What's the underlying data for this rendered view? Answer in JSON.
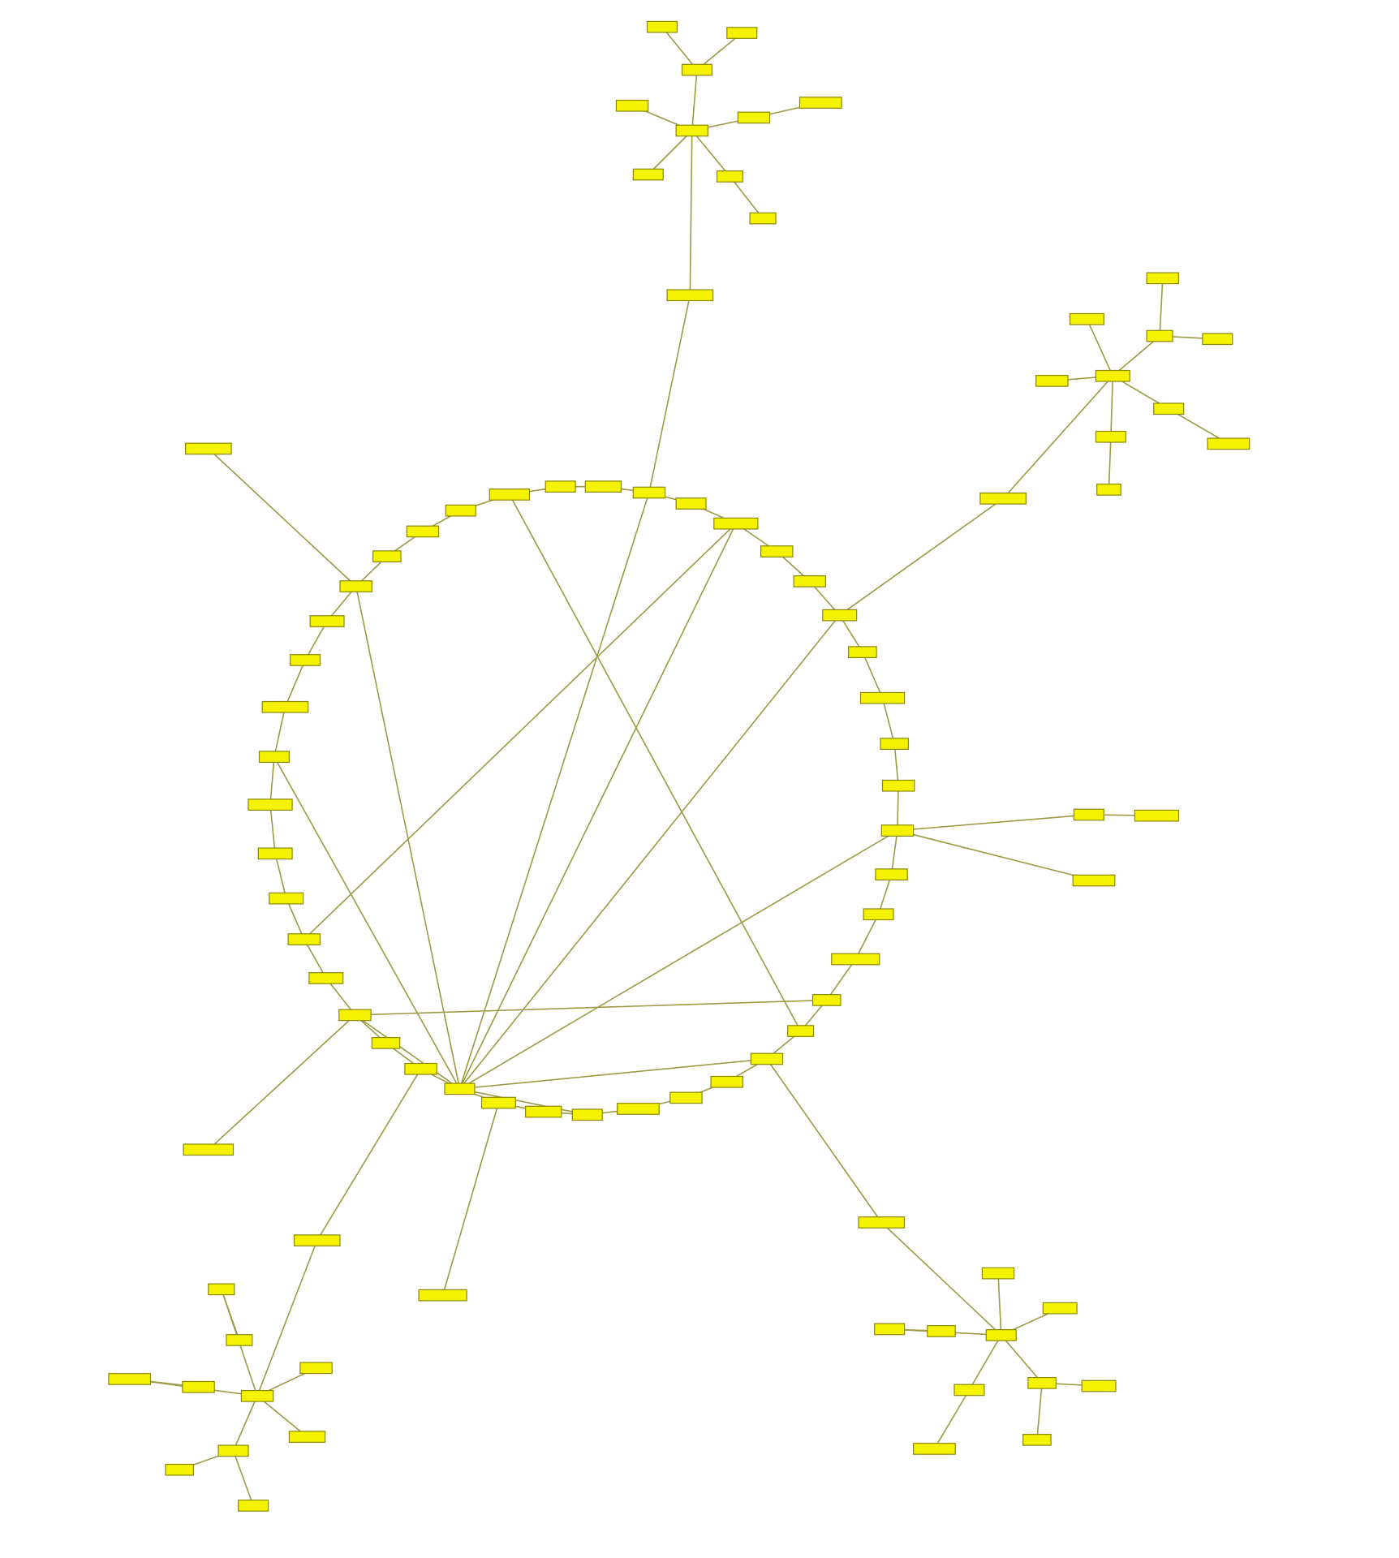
{
  "diagram": {
    "type": "network-graph",
    "colors": {
      "node_fill": "#f5f200",
      "node_stroke": "#8a8700",
      "edge": "#9c9a45",
      "background": "#ffffff"
    },
    "structure": {
      "ring_nodes": 47,
      "clusters": 4,
      "labels_visible": false
    }
  }
}
